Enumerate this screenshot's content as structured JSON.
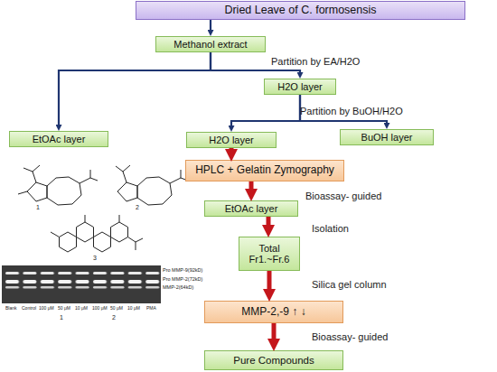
{
  "diagram": {
    "nodes": [
      {
        "text": [
          "Dried Leave of C. formosensis"
        ]
      },
      {
        "text": [
          "Methanol extract"
        ]
      },
      {
        "text": [
          "H2O layer"
        ]
      },
      {
        "text": [
          "EtOAc layer"
        ]
      },
      {
        "text": [
          "H2O layer"
        ]
      },
      {
        "text": [
          "BuOH layer"
        ]
      },
      {
        "text": [
          "HPLC + Gelatin Zymography"
        ]
      },
      {
        "text": [
          "EtOAc layer"
        ]
      },
      {
        "text": [
          "Total Fr1.~Fr.6"
        ]
      },
      {
        "text": [
          "MMP-2,-9 ↑ ↓"
        ]
      },
      {
        "text": [
          "Pure Compounds"
        ]
      }
    ],
    "edges": [
      {
        "from": 0,
        "to": 1,
        "arrow": "to"
      },
      {
        "from": 1,
        "to": 3,
        "arrow": "to"
      },
      {
        "from": 1,
        "to": 2,
        "arrow": "to"
      },
      {
        "from": 2,
        "to": 4,
        "arrow": "to"
      },
      {
        "from": 2,
        "to": 5,
        "arrow": "to"
      },
      {
        "from": 4,
        "to": 6,
        "arrow": "to"
      },
      {
        "from": 6,
        "to": 7,
        "arrow": "to"
      },
      {
        "from": 7,
        "to": 8,
        "arrow": "to"
      },
      {
        "from": 8,
        "to": 9,
        "arrow": "to"
      },
      {
        "from": 9,
        "to": 10,
        "arrow": "to"
      }
    ],
    "labels": [
      "Partition by EA/H2O",
      "Partition by BuOH/H2O",
      "Bioassay- guided",
      "Isolation",
      "Silica gel column",
      "Bioassay- guided",
      "1",
      "2",
      "3",
      "Pro MMP-9(92kD)",
      "Pro MMP-2(72kD)",
      "MMP-2(64kD)",
      "Blank",
      "Control",
      "100 μM",
      "50 μM",
      "10 μM",
      "100 μM",
      "50 μM",
      "10 μM",
      "PMA",
      "1",
      "2"
    ]
  }
}
